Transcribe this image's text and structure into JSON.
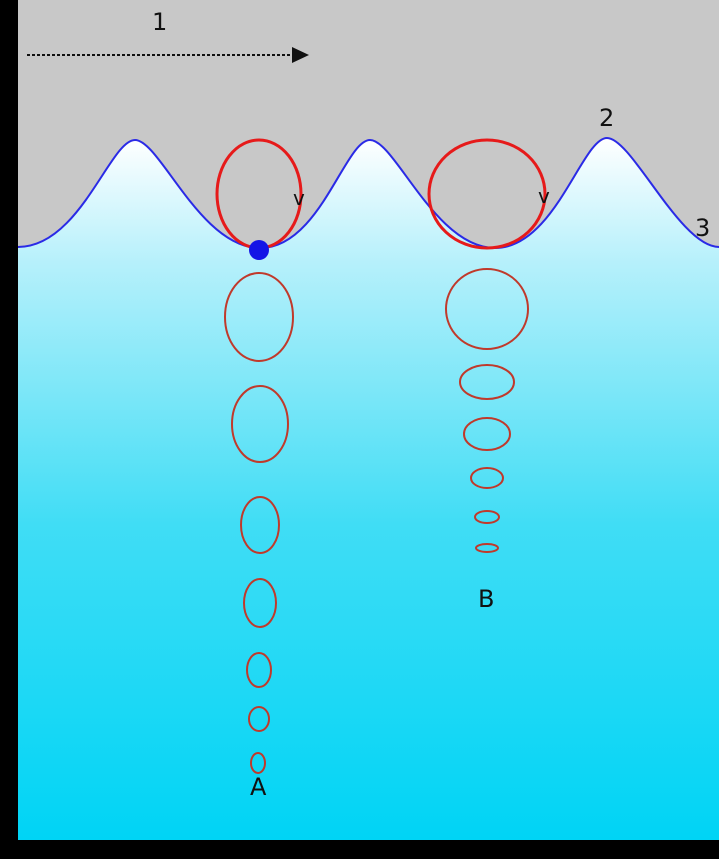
{
  "diagram": {
    "labels": {
      "direction": "1",
      "crest": "2",
      "still_water_level": "3",
      "velocity_a": "v",
      "velocity_b": "v",
      "column_a": "A",
      "column_b": "B"
    },
    "colors": {
      "background": "#000000",
      "air": "#c8c8c8",
      "water_top": "#ffffff",
      "water_mid": "#b5f0fb",
      "water_bottom": "#00d4f5",
      "surface_line": "#2a2ae6",
      "orbit_surface": "#e61a1a",
      "orbit_depth": "#c0392b",
      "particle": "#1414e6",
      "arrow": "#111111"
    },
    "icons": {
      "direction_arrow": "arrow-right-icon",
      "particle": "dot-icon"
    }
  }
}
